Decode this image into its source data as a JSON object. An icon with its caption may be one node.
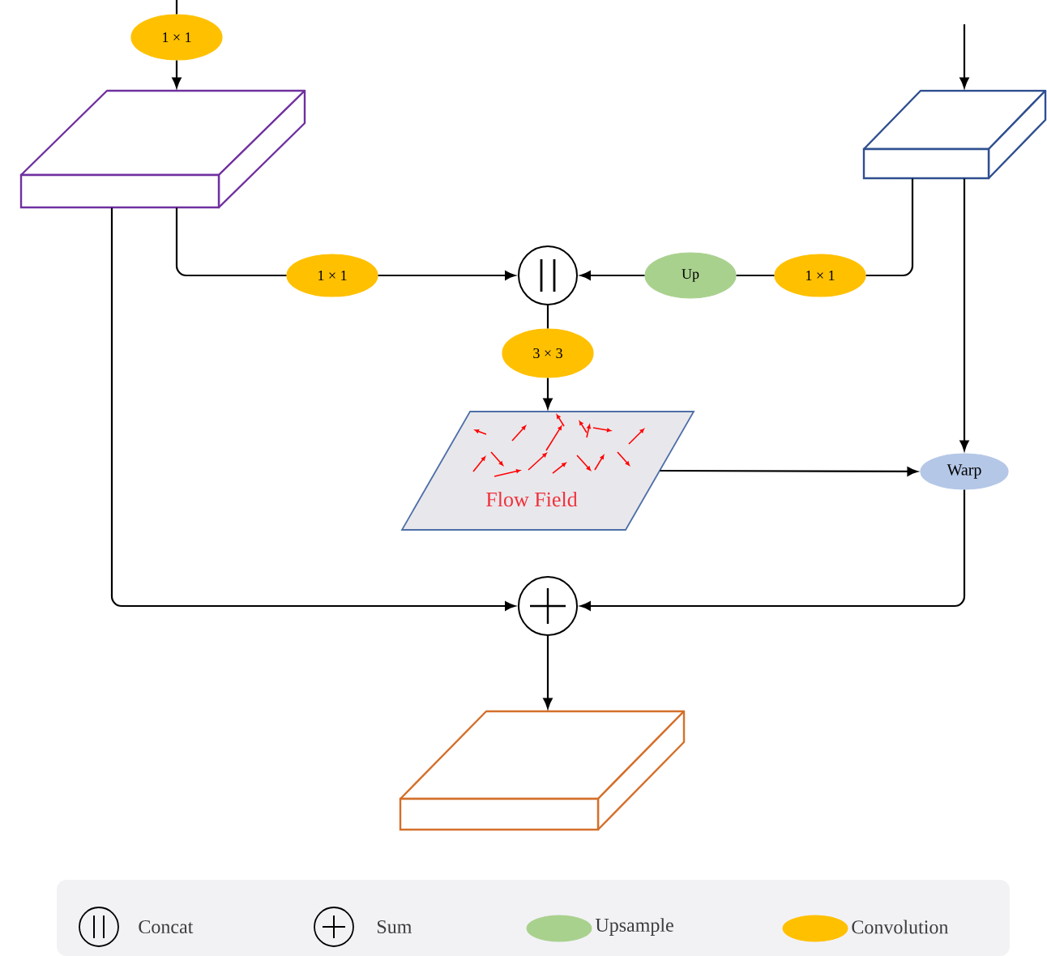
{
  "diagram": {
    "nodes": [
      {
        "text": [
          "1 × 1"
        ]
      },
      {
        "text": [],
        "shape": "box"
      },
      {
        "text": [],
        "shape": "box"
      },
      {
        "text": [
          "1 × 1"
        ]
      },
      {
        "text": [],
        "shape": "circle"
      },
      {
        "text": [
          "Up"
        ]
      },
      {
        "text": [
          "1 × 1"
        ]
      },
      {
        "text": [
          "3 × 3"
        ]
      },
      {
        "text": [
          "Flow Field"
        ]
      },
      {
        "text": [
          "Warp"
        ]
      },
      {
        "text": [],
        "shape": "circle"
      },
      {
        "text": [],
        "shape": "box"
      }
    ],
    "edges": [
      {
        "from": null,
        "to": 0,
        "arrow": "none"
      },
      {
        "from": 0,
        "to": 1,
        "arrow": "to"
      },
      {
        "from": null,
        "to": 2,
        "arrow": "to"
      },
      {
        "from": 1,
        "to": 3,
        "arrow": "none"
      },
      {
        "from": 3,
        "to": 4,
        "arrow": "to"
      },
      {
        "from": 2,
        "to": 6,
        "arrow": "none"
      },
      {
        "from": 6,
        "to": 5,
        "arrow": "none"
      },
      {
        "from": 5,
        "to": 4,
        "arrow": "to"
      },
      {
        "from": 4,
        "to": 7,
        "arrow": "none"
      },
      {
        "from": 7,
        "to": 8,
        "arrow": "to"
      },
      {
        "from": 2,
        "to": 9,
        "arrow": "to"
      },
      {
        "from": 8,
        "to": 9,
        "arrow": "to"
      },
      {
        "from": 1,
        "to": 10,
        "arrow": "to"
      },
      {
        "from": 9,
        "to": 10,
        "arrow": "to"
      },
      {
        "from": 10,
        "to": 11,
        "arrow": "to"
      }
    ],
    "legend": [
      {
        "text": "Concat"
      },
      {
        "text": "Sum"
      },
      {
        "text": "Upsample",
        "color": "#a9d18e"
      },
      {
        "text": "Convolution",
        "color": "#ffc000"
      }
    ]
  }
}
